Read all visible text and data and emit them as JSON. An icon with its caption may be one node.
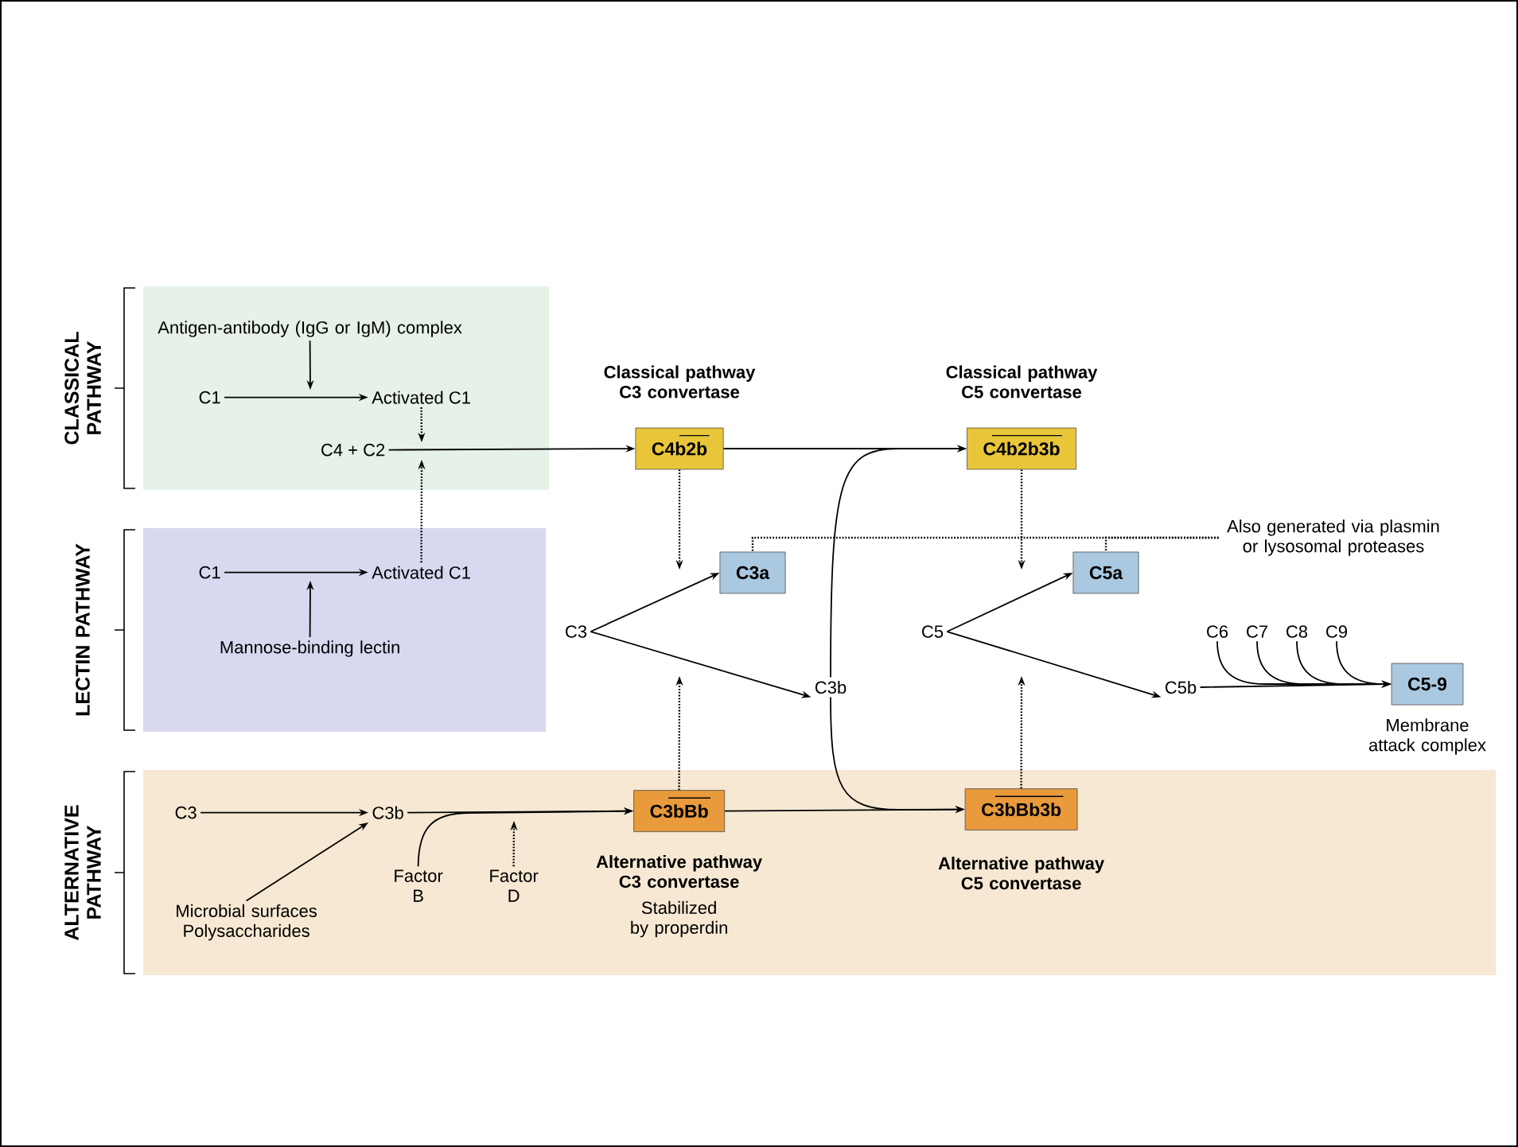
{
  "diagram": {
    "nodes": [
      {
        "text": [
          "CLASSICAL PATHWAY"
        ]
      },
      {
        "text": [
          "Antigen-antibody (IgG or IgM) complex"
        ],
        "in": 0
      },
      {
        "text": [
          "C1"
        ],
        "in": 0
      },
      {
        "text": [
          "Activated C1"
        ],
        "in": 0
      },
      {
        "text": [
          "C4 + C2"
        ],
        "in": 0
      },
      {
        "text": [
          "C4b2b"
        ],
        "beside": [
          "Classical pathway C3 convertase"
        ]
      },
      {
        "text": [
          "C4b2b3b"
        ],
        "beside": [
          "Classical pathway C5 convertase"
        ]
      },
      {
        "text": [
          "Also generated via plasmin or lysosomal proteases"
        ]
      },
      {
        "text": [
          "LECTIN PATHWAY"
        ]
      },
      {
        "text": [
          "C1"
        ],
        "in": 8
      },
      {
        "text": [
          "Activated C1"
        ],
        "in": 8
      },
      {
        "text": [
          "Mannose-binding lectin"
        ],
        "in": 8
      },
      {
        "text": [
          "C3a"
        ]
      },
      {
        "text": [
          "C5a"
        ]
      },
      {
        "text": [
          "C3"
        ]
      },
      {
        "text": [
          "C3b"
        ]
      },
      {
        "text": [
          "C5"
        ]
      },
      {
        "text": [
          "C5b"
        ]
      },
      {
        "text": [
          "C6"
        ]
      },
      {
        "text": [
          "C7"
        ]
      },
      {
        "text": [
          "C8"
        ]
      },
      {
        "text": [
          "C9"
        ]
      },
      {
        "text": [
          "C5-9"
        ],
        "beside": [
          "Membrane attack complex"
        ]
      },
      {
        "text": [
          "ALTERNATIVE PATHWAY"
        ]
      },
      {
        "text": [
          "C3"
        ],
        "in": 23
      },
      {
        "text": [
          "C3b"
        ],
        "in": 23
      },
      {
        "text": [
          "Microbial surfaces Polysaccharides"
        ],
        "in": 23
      },
      {
        "text": [
          "Factor B"
        ],
        "in": 23
      },
      {
        "text": [
          "Factor D"
        ],
        "in": 23
      },
      {
        "text": [
          "C3bBb"
        ],
        "beside": [
          "Alternative pathway C3 convertase",
          "Stabilized by properdin"
        ],
        "in": 23
      },
      {
        "text": [
          "C3bBb3b"
        ],
        "beside": [
          "Alternative pathway C5 convertase"
        ],
        "in": 23
      }
    ],
    "edges": [
      {
        "from": 1,
        "to": null,
        "arrow": "to"
      },
      {
        "from": 2,
        "to": 3,
        "arrow": "to"
      },
      {
        "from": 3,
        "to": null,
        "arrow": "to",
        "style": "dashed"
      },
      {
        "from": 10,
        "to": null,
        "arrow": "to",
        "style": "dashed"
      },
      {
        "from": 4,
        "to": 5,
        "arrow": "to"
      },
      {
        "from": 5,
        "to": 6,
        "arrow": "to"
      },
      {
        "from": 5,
        "to": null,
        "arrow": "to",
        "style": "dashed"
      },
      {
        "from": 6,
        "to": null,
        "arrow": "to",
        "style": "dashed"
      },
      {
        "from": 7,
        "to": 12,
        "arrow": "none",
        "style": "dashed"
      },
      {
        "from": 7,
        "to": 13,
        "arrow": "none",
        "style": "dashed"
      },
      {
        "from": 9,
        "to": 10,
        "arrow": "to"
      },
      {
        "from": 11,
        "to": null,
        "arrow": "to"
      },
      {
        "from": 14,
        "to": 12,
        "arrow": "to"
      },
      {
        "from": 14,
        "to": 15,
        "arrow": "to"
      },
      {
        "from": 15,
        "to": 6,
        "arrow": "to"
      },
      {
        "from": 15,
        "to": 30,
        "arrow": "to"
      },
      {
        "from": 16,
        "to": 13,
        "arrow": "to"
      },
      {
        "from": 16,
        "to": 17,
        "arrow": "to"
      },
      {
        "from": 17,
        "to": 22,
        "arrow": "to"
      },
      {
        "from": 18,
        "to": 22,
        "arrow": "to"
      },
      {
        "from": 19,
        "to": 22,
        "arrow": "to"
      },
      {
        "from": 20,
        "to": 22,
        "arrow": "to"
      },
      {
        "from": 21,
        "to": 22,
        "arrow": "to"
      },
      {
        "from": 24,
        "to": 25,
        "arrow": "to"
      },
      {
        "from": 26,
        "to": 25,
        "arrow": "to"
      },
      {
        "from": 27,
        "to": 29,
        "arrow": "to"
      },
      {
        "from": 25,
        "to": 29,
        "arrow": "to"
      },
      {
        "from": 28,
        "to": null,
        "arrow": "to",
        "style": "dashed"
      },
      {
        "from": 29,
        "to": null,
        "arrow": "to",
        "style": "dashed"
      },
      {
        "from": 29,
        "to": 30,
        "arrow": "to"
      },
      {
        "from": 30,
        "to": null,
        "arrow": "to",
        "style": "dashed"
      }
    ]
  }
}
